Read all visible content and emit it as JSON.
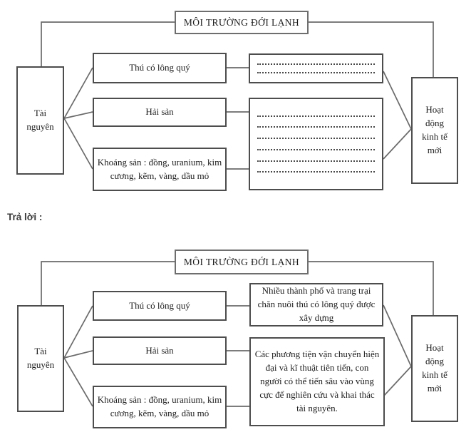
{
  "answer_section": {
    "label": "Trả lời :"
  },
  "diagram_blank": {
    "title": "MÔI TRƯỜNG ĐỚI LẠNH",
    "source_box": "Tài nguyên",
    "result_box": "Hoạt động kinh tế mới",
    "resources": [
      "Thú có lông quý",
      "Hải sản",
      "Khoáng sản : đồng, uranium, kim cương, kẽm, vàng, dầu mỏ"
    ],
    "blank_line_counts": [
      2,
      6
    ]
  },
  "diagram_answer": {
    "title": "MÔI TRƯỜNG ĐỚI LẠNH",
    "source_box": "Tài nguyên",
    "result_box": "Hoạt động kinh tế mới",
    "resources": [
      "Thú có lông quý",
      "Hải sản",
      "Khoáng sản : đồng, uranium, kim cương, kẽm, vàng, dầu mỏ"
    ],
    "answers": [
      "Nhiều thành phố và trang trại chăn nuôi thú có lông quý được xây dựng",
      "Các phương tiện vận chuyển hiện đại và kĩ thuật tiên tiến, con người có thể tiến sâu vào vùng cực để nghiên cứu và khai thác tài nguyên."
    ]
  },
  "colors": {
    "box_border": "#4d4d4d",
    "title_border": "#6e6e6e",
    "connector_line": "#6a6a6a",
    "text": "#1c1c1c",
    "background": "#ffffff"
  }
}
